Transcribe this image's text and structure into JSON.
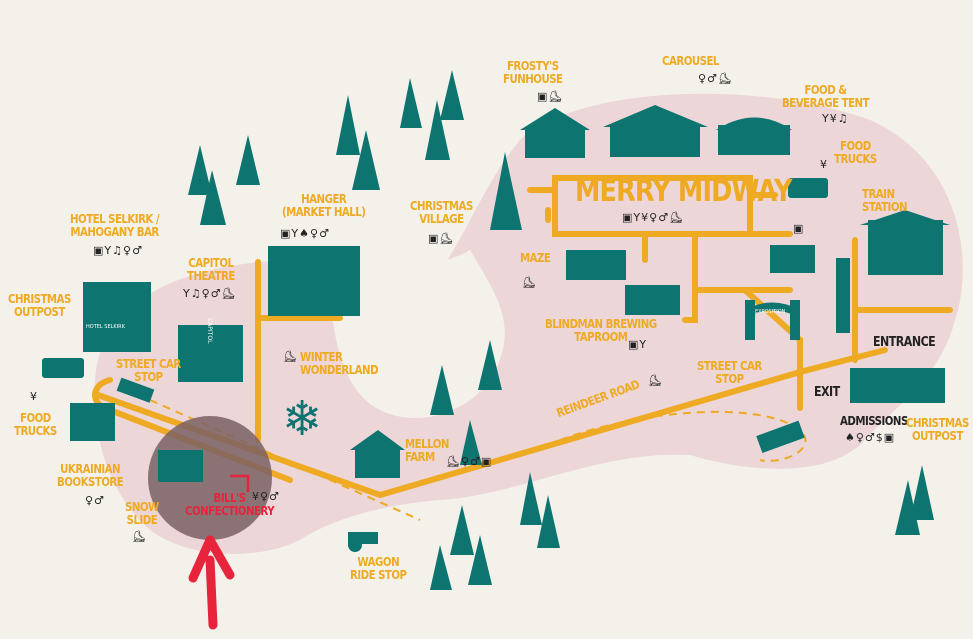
{
  "colors": {
    "background": "#f3f1ea",
    "zone": "#ecd6d8",
    "building": "#0e7470",
    "road": "#eeaa22",
    "highlight": "#e8243c",
    "focus_circle": "#7a6064"
  },
  "icon_glyphs": {
    "gift": "▣",
    "drink": "Y",
    "food": "¥",
    "music": "♫",
    "restroom": "♀♂",
    "sleigh": "⛸",
    "bell": "♠",
    "money": "$"
  },
  "labels": {
    "frosty": "FROSTY'S\nFUNHOUSE",
    "carousel": "CAROUSEL",
    "food_bev": "FOOD &\nBEVERAGE TENT",
    "food_trucks_right": "FOOD\nTRUCKS",
    "train_station": "TRAIN\nSTATION",
    "christmas_village": "CHRISTMAS\nVILLAGE",
    "merry_midway": "MERRY MIDWAY",
    "maze": "MAZE",
    "blindman": "BLINDMAN BREWING\nTAPROOM",
    "entrance": "ENTRANCE",
    "exit": "EXIT",
    "admissions": "ADMISSIONS",
    "christmas_outpost_right": "CHRISTMAS\nOUTPOST",
    "street_car_stop_mid": "STREET CAR\nSTOP",
    "reindeer_road": "REINDEER ROAD",
    "hanger": "HANGER\n(MARKET HALL)",
    "hotel_selkirk": "HOTEL SELKIRK /\nMAHOGANY BAR",
    "christmas_outpost_left": "CHRISTMAS\nOUTPOST",
    "capitol_theatre": "CAPITOL\nTHEATRE",
    "winter_wonderland": "WINTER\nWONDERLAND",
    "street_car_stop_left": "STREET CAR\nSTOP",
    "food_trucks_left": "FOOD\nTRUCKS",
    "ukrainian_bookstore": "UKRAINIAN\nBOOKSTORE",
    "snow_slide": "SNOW\nSLIDE",
    "bills": "BILL'S\nCONFECTIONERY",
    "mellon_farm": "MELLON\nFARM",
    "wagon_ride": "WAGON\nRIDE STOP",
    "hotel_sign": "HOTEL SELKIRK",
    "capitol_sign": "CAPITOL",
    "exposition_sign": "EXPOSITION"
  },
  "amenities": {
    "frosty": [
      "gift",
      "sleigh"
    ],
    "carousel": [
      "restroom",
      "sleigh"
    ],
    "food_bev": [
      "drink",
      "food",
      "music"
    ],
    "food_trucks_right": [
      "food"
    ],
    "christmas_village": [
      "gift",
      "sleigh"
    ],
    "merry_midway": [
      "gift",
      "drink",
      "food",
      "restroom",
      "sleigh"
    ],
    "maze": [
      "sleigh"
    ],
    "blindman": [
      "gift",
      "drink"
    ],
    "admissions": [
      "bell",
      "restroom",
      "money",
      "gift"
    ],
    "reindeer_road": [
      "sleigh"
    ],
    "hanger": [
      "gift",
      "drink",
      "bell",
      "restroom"
    ],
    "hotel_selkirk": [
      "gift",
      "drink",
      "music",
      "restroom"
    ],
    "capitol_theatre": [
      "drink",
      "music",
      "restroom",
      "sleigh"
    ],
    "winter_wonderland": [
      "sleigh"
    ],
    "food_trucks_left": [
      "food"
    ],
    "ukrainian_bookstore": [
      "restroom"
    ],
    "snow_slide": [
      "sleigh"
    ],
    "bills": [
      "food",
      "restroom"
    ],
    "mellon_farm": [
      "sleigh",
      "restroom",
      "gift"
    ],
    "pavilion": [
      "gift"
    ]
  }
}
